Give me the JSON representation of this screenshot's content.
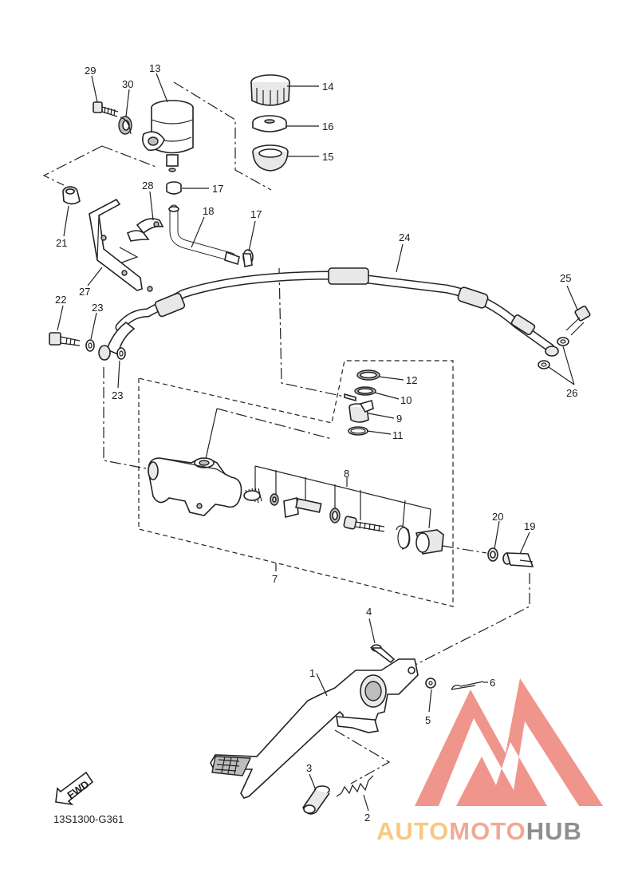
{
  "diagram": {
    "part_labels": {
      "p1": "1",
      "p2": "2",
      "p3": "3",
      "p4": "4",
      "p5": "5",
      "p6": "6",
      "p7": "7",
      "p8": "8",
      "p9": "9",
      "p10": "10",
      "p11": "11",
      "p12": "12",
      "p13": "13",
      "p14": "14",
      "p15": "15",
      "p16": "16",
      "p17a": "17",
      "p17b": "17",
      "p18": "18",
      "p19": "19",
      "p20": "20",
      "p21": "21",
      "p22": "22",
      "p23a": "23",
      "p23b": "23",
      "p24": "24",
      "p25": "25",
      "p26": "26",
      "p27": "27",
      "p28": "28",
      "p29": "29",
      "p30": "30"
    },
    "fwd_label": "FWD",
    "drawing_code": "13S1300-G361"
  },
  "watermark": {
    "part_a": "AUTO",
    "part_b": "MOTO",
    "part_c": "HUB",
    "color_a": "#f7c77a",
    "color_b": "#f2a58f",
    "color_c": "#8a8a8a",
    "logo_color": "#ef8f86"
  }
}
